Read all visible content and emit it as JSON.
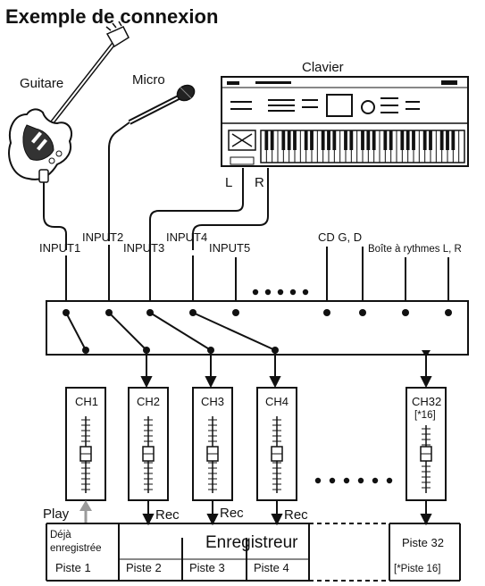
{
  "title": "Exemple de connexion",
  "sources": {
    "guitar": "Guitare",
    "mic": "Micro",
    "keyboard": "Clavier",
    "kbd_left": "L",
    "kbd_right": "R"
  },
  "inputs": {
    "input1": "INPUT1",
    "input2": "INPUT2",
    "input3": "INPUT3",
    "input4": "INPUT4",
    "input5": "INPUT5",
    "cd": "CD G, D",
    "drum": "Boîte à rythmes L, R"
  },
  "channels": {
    "ch1": "CH1",
    "ch2": "CH2",
    "ch3": "CH3",
    "ch4": "CH4",
    "ch32": "CH32",
    "ch32_note": "[*16]"
  },
  "flow": {
    "play": "Play",
    "rec": "Rec"
  },
  "recorder": {
    "name": "Enregistreur",
    "track1_note_line1": "Déjà",
    "track1_note_line2": "enregistrée",
    "track1": "Piste 1",
    "track2": "Piste 2",
    "track3": "Piste 3",
    "track4": "Piste 4",
    "track32": "Piste 32",
    "track32_note": "[*Piste 16]"
  },
  "colors": {
    "line": "#111111",
    "play_arrow": "#9a9a9a"
  }
}
